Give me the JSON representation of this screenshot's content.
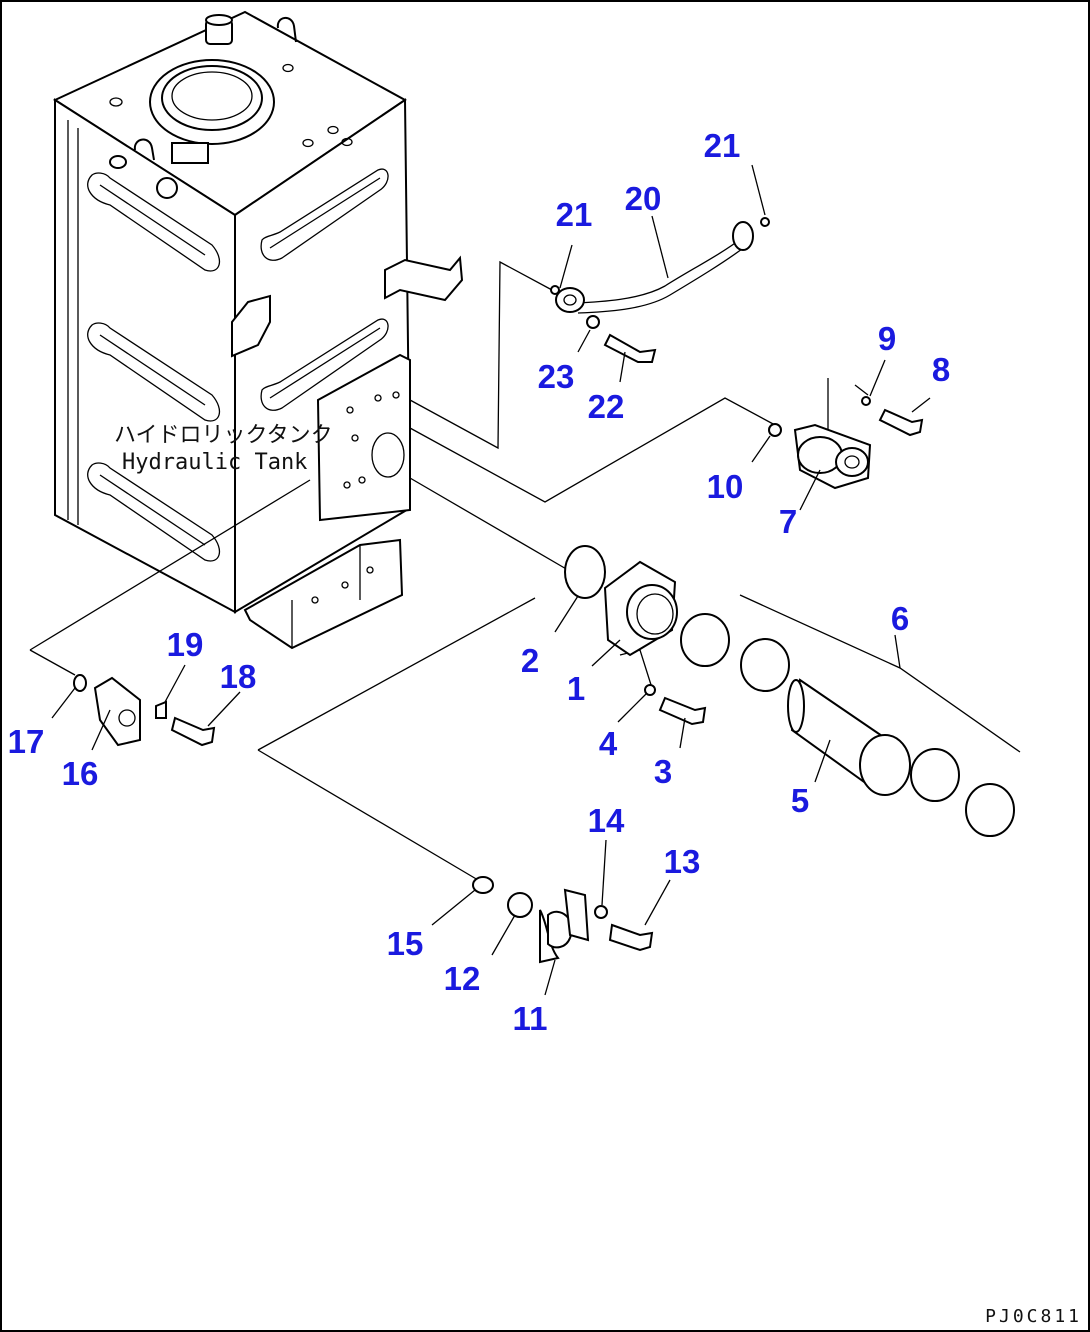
{
  "drawing_code": "PJ0C811",
  "tank_label_jp": "ハイドロリックタンク",
  "tank_label_en": "Hydraulic Tank",
  "colors": {
    "callout": "#1a1adf",
    "line": "#000000"
  },
  "callouts": [
    "1",
    "2",
    "3",
    "4",
    "5",
    "6",
    "7",
    "8",
    "9",
    "10",
    "11",
    "12",
    "13",
    "14",
    "15",
    "16",
    "17",
    "18",
    "19",
    "20",
    "21",
    "21",
    "22",
    "23"
  ]
}
